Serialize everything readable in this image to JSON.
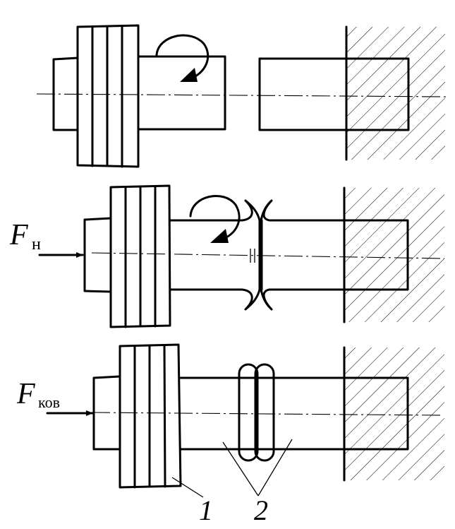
{
  "labels": {
    "force_initial_letter": "F",
    "force_initial_subscript": "н",
    "force_forging_letter": "F",
    "force_forging_subscript": "ков",
    "callout_flywheel": "1",
    "callout_collar": "2"
  }
}
